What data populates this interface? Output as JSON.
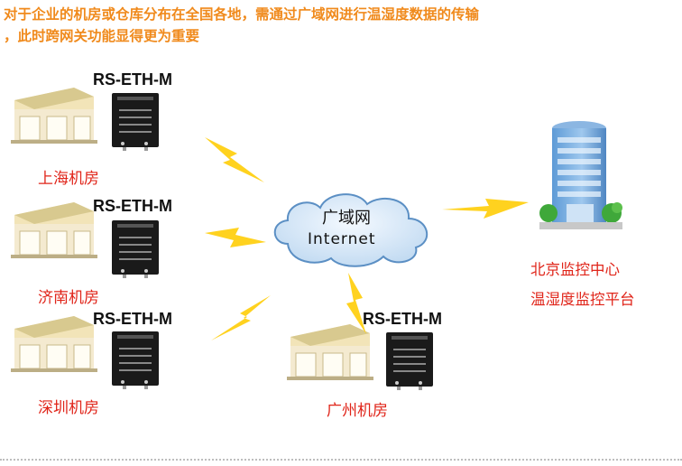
{
  "intro": {
    "line1": "对于企业的机房或仓库分布在全国各地，需通过广域网进行温湿度数据的传输",
    "line2": "，此时跨网关功能显得更为重要"
  },
  "sites": [
    {
      "label": "上海机房",
      "model": "RS-ETH-M"
    },
    {
      "label": "济南机房",
      "model": "RS-ETH-M"
    },
    {
      "label": "深圳机房",
      "model": "RS-ETH-M"
    },
    {
      "label": "广州机房",
      "model": "RS-ETH-M"
    }
  ],
  "cloud": {
    "title": "广域网",
    "subtitle": "Internet"
  },
  "center": {
    "line1": "北京监控中心",
    "line2": "温湿度监控平台"
  },
  "colors": {
    "intro": "#f08a1c",
    "label": "#e0251a",
    "bolt": "#ffd21f",
    "cloud": "#cfe4f7"
  }
}
